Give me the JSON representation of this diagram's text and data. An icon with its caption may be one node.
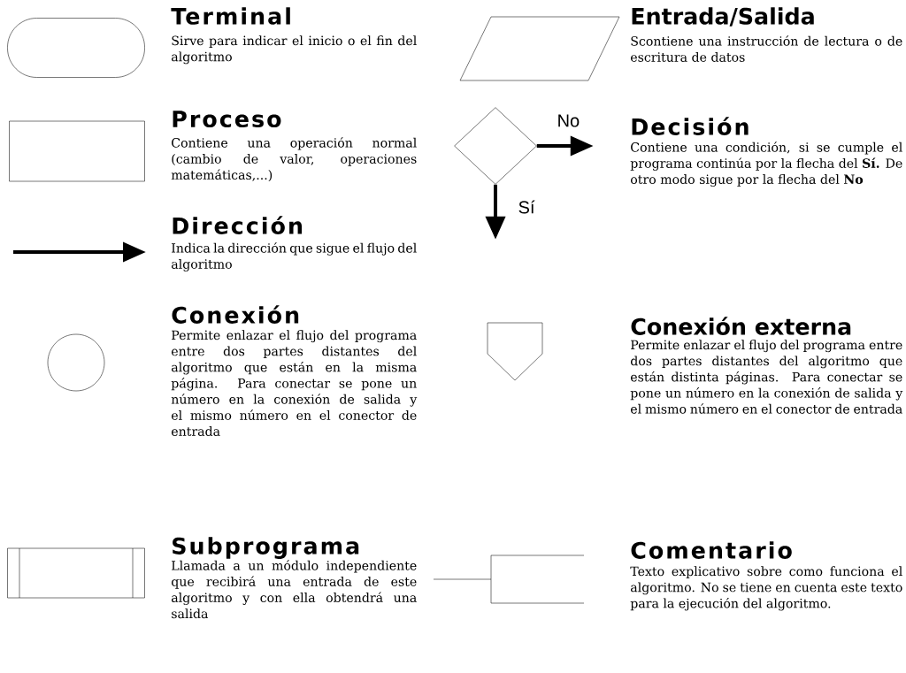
{
  "diagram": {
    "nodes": [
      {
        "text": [],
        "shape": "terminal",
        "beside": [
          "Terminal",
          "Sirve para indicar el inicio o el fin del algoritmo"
        ]
      },
      {
        "text": [],
        "shape": "parallelogram",
        "beside": [
          "Entrada/Salida",
          "Scontiene una instrucción de lectura o de escritura de datos"
        ]
      },
      {
        "text": [],
        "shape": "box",
        "beside": [
          "Proceso",
          "Contiene una operación normal (cambio de valor, operaciones matemáticas,...)"
        ]
      },
      {
        "text": [],
        "shape": "diamond",
        "beside": [
          "Decisión",
          "Contiene una condición, si se cumple el programa continúa por la flecha del **Sí.** De otro modo sigue por la flecha del **No**"
        ]
      },
      {
        "text": [],
        "shape": "circle",
        "beside": [
          "Conexión",
          "Permite enlazar el flujo del programa entre dos partes distantes del algoritmo que están en la misma página. Para conectar se pone un número en la conexión de salida y el mismo número en el conector de entrada"
        ]
      },
      {
        "text": [],
        "shape": "pentagon",
        "beside": [
          "Conexión externa",
          "Permite enlazar el flujo del programa entre dos partes distantes del algoritmo que están distinta páginas. Para conectar se pone un número en la conexión de salida y el mismo número en el conector de entrada"
        ]
      },
      {
        "text": [],
        "shape": "subroutine",
        "beside": [
          "Subprograma",
          "Llamada a un módulo independiente que recibirá una entrada de este algoritmo y con ella obtendrá una salida"
        ]
      },
      {
        "text": [],
        "shape": "bracket",
        "beside": [
          "Comentario",
          "Texto explicativo sobre como funciona el algoritmo. No se tiene en cuenta este texto para la ejecución del algoritmo."
        ]
      }
    ],
    "edges": [
      {
        "from": 3,
        "to": null,
        "arrow": "to",
        "label": "No"
      },
      {
        "from": 3,
        "to": null,
        "arrow": "to",
        "label": "Sí"
      }
    ],
    "labels": [
      "Dirección",
      "Indica la dirección que sigue el flujo del algoritmo"
    ]
  }
}
